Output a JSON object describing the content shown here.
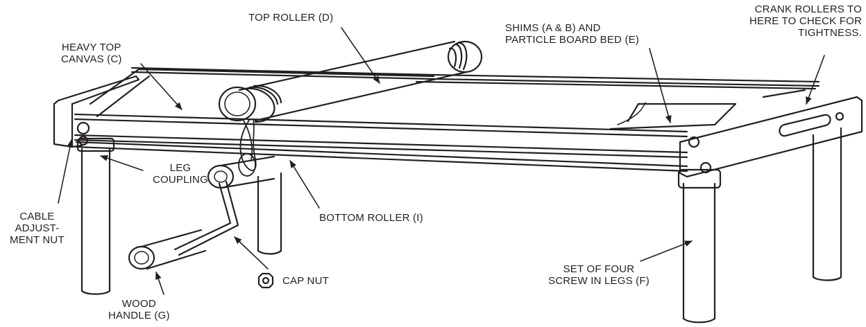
{
  "labels": {
    "top_roller": [
      "TOP ROLLER (D)"
    ],
    "heavy_top_canvas": [
      "HEAVY TOP",
      "CANVAS (C)"
    ],
    "shims_particle_board": [
      "SHIMS (A & B) AND",
      "PARTICLE BOARD BED (E)"
    ],
    "crank_rollers": [
      "CRANK ROLLERS TO",
      "HERE TO CHECK FOR",
      "TIGHTNESS."
    ],
    "leg_coupling": [
      "LEG",
      "COUPLING"
    ],
    "cable_adjustment_nut": [
      "CABLE",
      "ADJUST-",
      "MENT NUT"
    ],
    "bottom_roller": [
      "BOTTOM ROLLER (I)"
    ],
    "screw_in_legs": [
      "SET OF FOUR",
      "SCREW IN LEGS (F)"
    ],
    "cap_nut": [
      "CAP NUT"
    ],
    "wood_handle": [
      "WOOD",
      "HANDLE (G)"
    ]
  },
  "colors": {
    "ink": "#231f20",
    "background": "#ffffff"
  }
}
